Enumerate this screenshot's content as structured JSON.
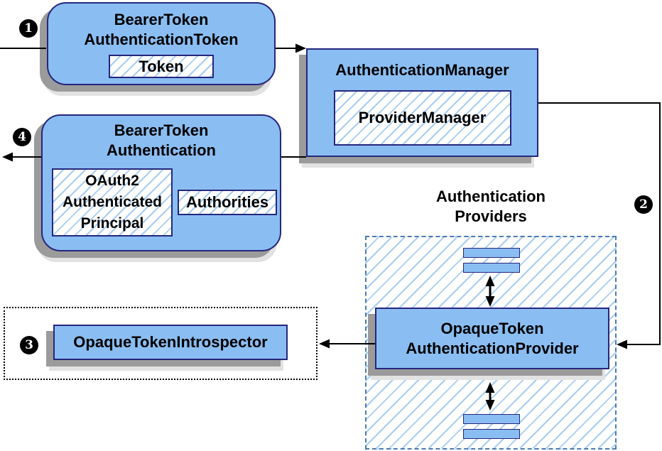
{
  "colors": {
    "node_fill": "#8abef2",
    "node_border": "#26267e",
    "hatch_line": "#a9cdf0",
    "container_border": "#4a7ab5",
    "badge_bg": "#000000",
    "badge_text": "#ffffff"
  },
  "badges": {
    "step1": "1",
    "step2": "2",
    "step3": "3",
    "step4": "4"
  },
  "nodes": {
    "bearer_token_authentication_token": {
      "title": "BearerToken\nAuthenticationToken",
      "inner": "Token"
    },
    "authentication_manager": {
      "title": "AuthenticationManager",
      "inner": "ProviderManager"
    },
    "bearer_token_authentication": {
      "title": "BearerToken\nAuthentication",
      "principal": "OAuth2\nAuthenticated\nPrincipal",
      "authorities": "Authorities"
    },
    "opaque_token_authentication_provider": {
      "title": "OpaqueToken\nAuthenticationProvider"
    },
    "opaque_token_introspector": {
      "title": "OpaqueTokenIntrospector"
    },
    "providers_group": {
      "label": "Authentication\nProviders"
    }
  }
}
